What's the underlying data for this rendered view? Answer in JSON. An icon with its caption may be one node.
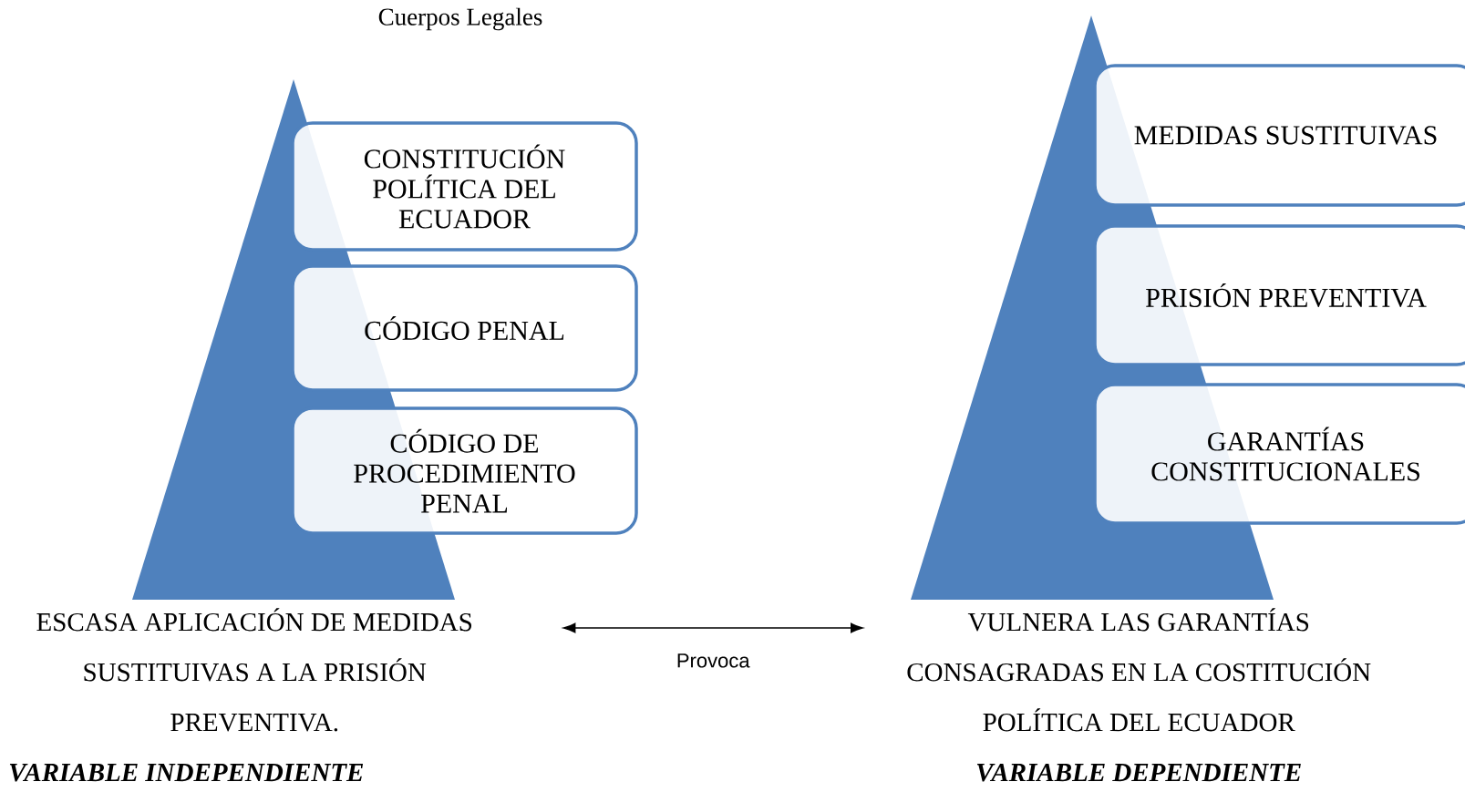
{
  "diagram": {
    "title": "Cuerpos Legales",
    "nodes": [
      {
        "text": [
          "CONSTITUCIÓN POLÍTICA DEL ECUADOR"
        ]
      },
      {
        "text": [
          "CÓDIGO PENAL"
        ]
      },
      {
        "text": [
          "CÓDIGO DE PROCEDIMIENTO PENAL"
        ]
      },
      {
        "text": [
          "MEDIDAS SUSTITUIVAS"
        ]
      },
      {
        "text": [
          "PRISIÓN PREVENTIVA"
        ]
      },
      {
        "text": [
          "GARANTÍAS CONSTITUCIONALES"
        ]
      },
      {
        "text": [
          "ESCASA APLICACIÓN DE MEDIDAS SUSTITUIVAS A LA PRISIÓN PREVENTIVA.",
          "VARIABLE INDEPENDIENTE"
        ]
      },
      {
        "text": [
          "VULNERA LAS GARANTÍAS CONSAGRADAS EN LA COSTITUCIÓN POLÍTICA DEL ECUADOR",
          "VARIABLE DEPENDIENTE"
        ]
      }
    ],
    "edges": [
      {
        "from": 6,
        "to": 7,
        "arrow": "both",
        "label": "Provoca"
      }
    ]
  }
}
